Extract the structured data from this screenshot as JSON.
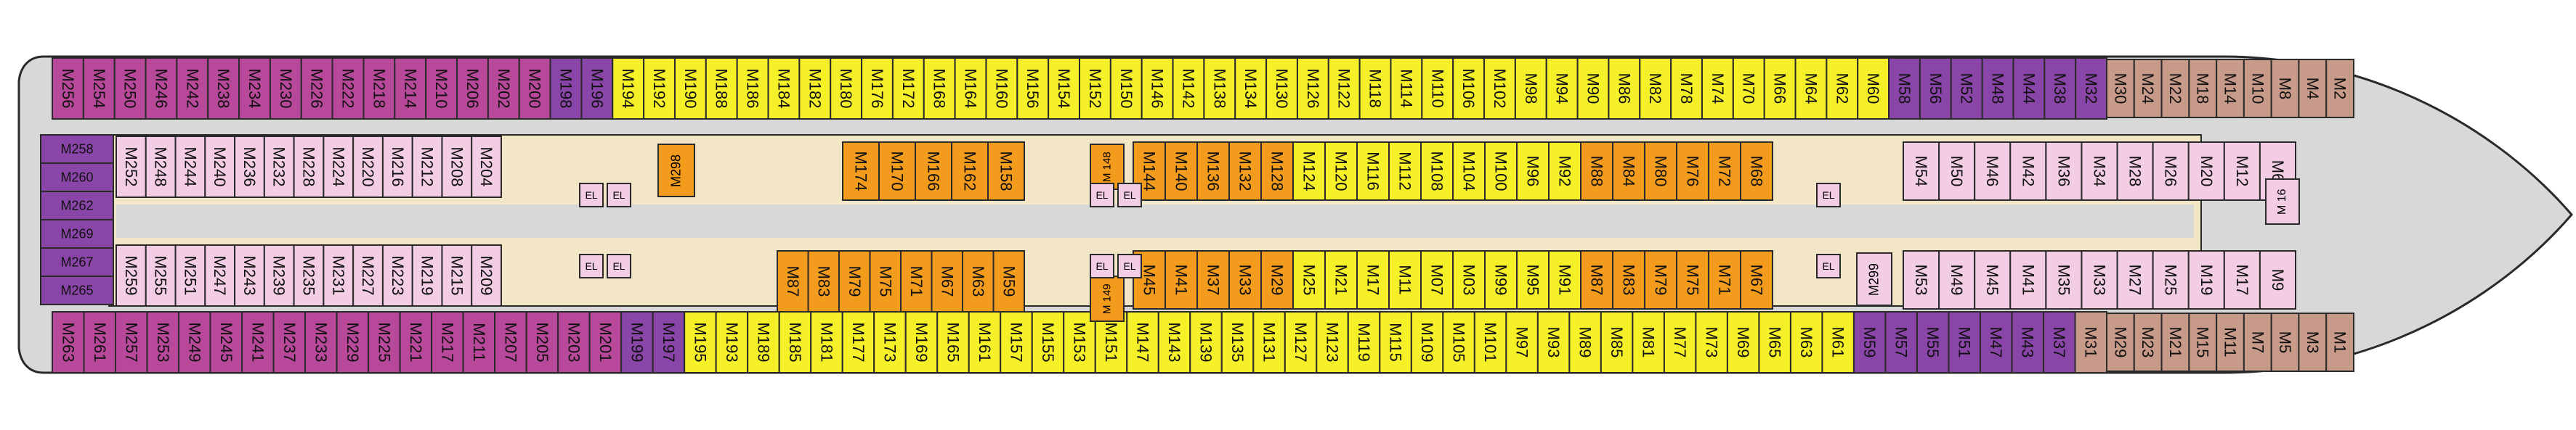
{
  "colors": {
    "magenta": "#b8489a",
    "purple": "#8a45a8",
    "yellow": "#f6f028",
    "peach": "#f3cf8e",
    "orange": "#f39b1c",
    "pink": "#f3cde4",
    "tan": "#c89a8a",
    "hull": "#d8d8d8",
    "corridor": "#f3e6c6",
    "white": "#ffffff"
  },
  "top_row": [
    "M256",
    "M254",
    "M250",
    "M246",
    "M242",
    "M238",
    "M234",
    "M230",
    "M226",
    "M222",
    "M218",
    "M214",
    "M210",
    "M206",
    "M202",
    "M200",
    "M198",
    "M196",
    "M194",
    "M192",
    "M190",
    "M188",
    "M186",
    "M184",
    "M182",
    "M180",
    "M176",
    "M172",
    "M168",
    "M164",
    "M160",
    "M156",
    "M154",
    "M152",
    "M150",
    "M146",
    "M142",
    "M138",
    "M134",
    "M130",
    "M126",
    "M122",
    "M118",
    "M114",
    "M110",
    "M106",
    "M102",
    "M98",
    "M94",
    "M90",
    "M86",
    "M82",
    "M78",
    "M74",
    "M70",
    "M66",
    "M64",
    "M62",
    "M60",
    "M58",
    "M56",
    "M52",
    "M48",
    "M44",
    "M38",
    "M32"
  ],
  "bottom_row": [
    "M263",
    "M261",
    "M257",
    "M253",
    "M249",
    "M245",
    "M241",
    "M237",
    "M233",
    "M229",
    "M225",
    "M221",
    "M217",
    "M211",
    "M207",
    "M205",
    "M203",
    "M201",
    "M199",
    "M197",
    "M195",
    "M193",
    "M189",
    "M185",
    "M181",
    "M177",
    "M173",
    "M169",
    "M165",
    "M161",
    "M157",
    "M155",
    "M153",
    "M151",
    "M147",
    "M143",
    "M139",
    "M135",
    "M131",
    "M127",
    "M123",
    "M119",
    "M115",
    "M109",
    "M105",
    "M101",
    "M97",
    "M93",
    "M89",
    "M85",
    "M81",
    "M77",
    "M73",
    "M69",
    "M65",
    "M63",
    "M61",
    "M59",
    "M57",
    "M55",
    "M51",
    "M47",
    "M43",
    "M37",
    "M31"
  ],
  "stern": [
    "M258",
    "M260",
    "M262",
    "M269",
    "M267",
    "M265"
  ],
  "inner_top_aft": [
    "M252",
    "M248",
    "M244",
    "M240",
    "M236",
    "M232",
    "M228",
    "M224",
    "M220",
    "M216",
    "M212",
    "M208",
    "M204"
  ],
  "inner_bottom_aft": [
    "M259",
    "M255",
    "M251",
    "M247",
    "M243",
    "M239",
    "M235",
    "M231",
    "M227",
    "M223",
    "M219",
    "M215",
    "M209"
  ],
  "inner_top_mid": [
    "M174",
    "M170",
    "M166",
    "M162",
    "M158"
  ],
  "inner_bottom_mid": [
    "M87",
    "M83",
    "M79",
    "M75",
    "M71",
    "M67",
    "M63",
    "M59"
  ],
  "inner_top_fwd": [
    "M144",
    "M140",
    "M136",
    "M132",
    "M128",
    "M124",
    "M120",
    "M116",
    "M112",
    "M108",
    "M104",
    "M100",
    "M96",
    "M92",
    "M88",
    "M84",
    "M80",
    "M76",
    "M72",
    "M68"
  ],
  "inner_bottom_fwd": [
    "M45",
    "M41",
    "M37",
    "M33",
    "M29",
    "M25",
    "M21",
    "M17",
    "M11",
    "M07",
    "M03",
    "M99",
    "M95",
    "M91",
    "M87",
    "M83",
    "M79",
    "M75",
    "M71",
    "M67"
  ],
  "special_cabins": {
    "m298": "M298",
    "m299": "M299",
    "m148": "M 148",
    "m149": "M 149",
    "m16": "M 16"
  },
  "elevator_label": "EL",
  "bow_top_row": [
    "M30",
    "M24",
    "M22",
    "M18",
    "M14",
    "M10",
    "M8",
    "M4",
    "M2"
  ],
  "bow_bottom_row": [
    "M29",
    "M23",
    "M21",
    "M15",
    "M11",
    "M7",
    "M5",
    "M3",
    "M1"
  ],
  "bow_inner_top": [
    "M54",
    "M50",
    "M46",
    "M42",
    "M36",
    "M34",
    "M28",
    "M26",
    "M20",
    "M12",
    "M6"
  ],
  "bow_inner_bottom": [
    "M53",
    "M49",
    "M45",
    "M41",
    "M35",
    "M33",
    "M27",
    "M25",
    "M19",
    "M17",
    "M9"
  ]
}
